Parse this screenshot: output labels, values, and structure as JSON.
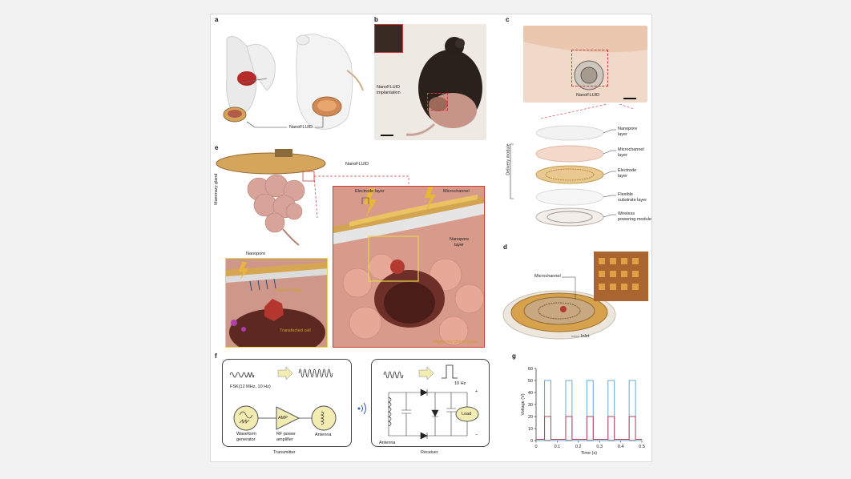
{
  "panels": {
    "a": {
      "letter": "a",
      "label_nanofluid": "NanoFLUID"
    },
    "b": {
      "letter": "b",
      "label_implant_1": "NanoFLUID",
      "label_implant_2": "implantation"
    },
    "c": {
      "letter": "c",
      "label_device": "NanoFLUID",
      "module_label": "Delivery module",
      "layers": [
        {
          "line1": "Nanopore",
          "line2": "layer"
        },
        {
          "line1": "Microchannel",
          "line2": "layer"
        },
        {
          "line1": "Electrode",
          "line2": "layer"
        },
        {
          "line1": "Flexible",
          "line2": "substrate layer"
        },
        {
          "line1": "Wireless",
          "line2": "powering module"
        }
      ]
    },
    "d": {
      "letter": "d",
      "label_microchannel": "Microchannel",
      "label_inlet": "Inlet"
    },
    "e": {
      "letter": "e",
      "label_nanofluid": "NanoFLUID",
      "label_gland": "Mammary gland",
      "label_electrode": "Electrode layer",
      "label_microchannel": "Microchannel",
      "label_nanopore_layer_1": "Nanopore",
      "label_nanopore_layer_2": "layer",
      "label_nanopore": "Nanopore",
      "label_plasmid": "Plasmid DNA",
      "label_transfected": "Transfected cell",
      "label_tissue": "Mammary gland tissue"
    },
    "f": {
      "letter": "f",
      "fsk": "FSK(12 MHz, 10 Hz)",
      "amp": "AMP",
      "waveform_1": "Waveform",
      "waveform_2": "generator",
      "rf_1": "RF power",
      "rf_2": "amplifier",
      "antenna_tx": "Antenna",
      "transmitter": "Transmitter",
      "hz": "10 Hz",
      "load": "Load",
      "plus": "+",
      "minus": "−",
      "antenna_rx": "Antenna",
      "receiver": "Receiver"
    },
    "g": {
      "letter": "g"
    }
  },
  "chart_data": {
    "type": "line",
    "xlabel": "Time (s)",
    "ylabel": "Voltage (V)",
    "xlim": [
      0,
      0.5
    ],
    "ylim": [
      0,
      60
    ],
    "xticks": [
      0,
      0.1,
      0.2,
      0.3,
      0.4,
      0.5
    ],
    "yticks": [
      0,
      10,
      20,
      30,
      40,
      50,
      60
    ],
    "grid": false,
    "colors": {
      "high": "#6aa6d6",
      "low": "#b8455a"
    },
    "series": [
      {
        "pulse_starts": [
          0.04,
          0.14,
          0.24,
          0.34,
          0.44
        ],
        "pulse_width": 0.03,
        "high": 50,
        "base": 0
      },
      {
        "pulse_starts": [
          0.04,
          0.14,
          0.24,
          0.34,
          0.44
        ],
        "pulse_width": 0.03,
        "high": 20,
        "base": 1
      }
    ]
  }
}
